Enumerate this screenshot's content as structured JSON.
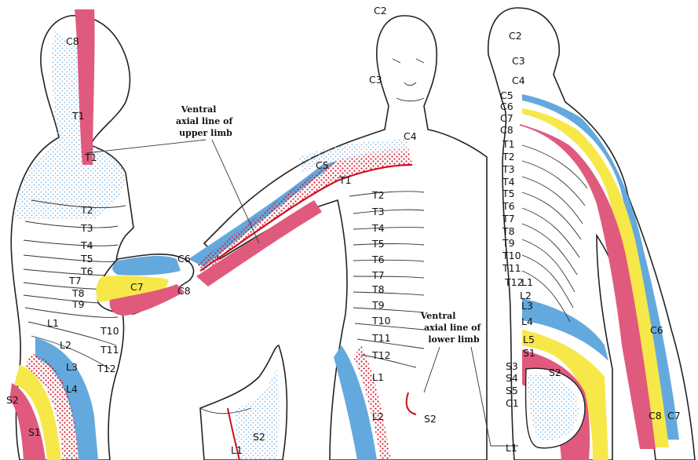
{
  "captions": {
    "upper_limb": [
      "Ventral",
      "axial line of",
      "upper limb"
    ],
    "lower_limb": [
      "Ventral",
      "axial line of",
      "lower limb"
    ]
  },
  "colors": {
    "pink": "#e05a7e",
    "blue": "#63a9dd",
    "yellow": "#f7e84a",
    "dots": "#b9d7f0",
    "red_dots": "#d42030",
    "axial_line": "#cc1020"
  },
  "figure1": {
    "labels": [
      "C8",
      "T1",
      "T1",
      "T2",
      "T3",
      "T4",
      "T5",
      "T6",
      "T7",
      "T8",
      "T9",
      "L1",
      "L2",
      "L3",
      "L4",
      "S2",
      "S1",
      "T10",
      "T11",
      "T12",
      "C6",
      "C7",
      "C8"
    ]
  },
  "figure2": {
    "labels": [
      "C2",
      "C3",
      "C4",
      "C5",
      "T1",
      "T2",
      "T3",
      "T4",
      "T5",
      "T6",
      "T7",
      "T8",
      "T9",
      "T10",
      "T11",
      "T12",
      "L1",
      "L2",
      "S2",
      "L1",
      "S2"
    ]
  },
  "figure3": {
    "labels": [
      "C2",
      "C3",
      "C4",
      "C5",
      "C6",
      "C7",
      "C8",
      "T1",
      "T2",
      "T3",
      "T4",
      "T5",
      "T6",
      "T7",
      "T8",
      "T9",
      "T10",
      "T11",
      "T12",
      "L1",
      "L2",
      "L3",
      "L4",
      "L5",
      "S1",
      "S2",
      "S3",
      "S4",
      "S5",
      "C1",
      "L1",
      "C6",
      "C8",
      "C7"
    ]
  }
}
